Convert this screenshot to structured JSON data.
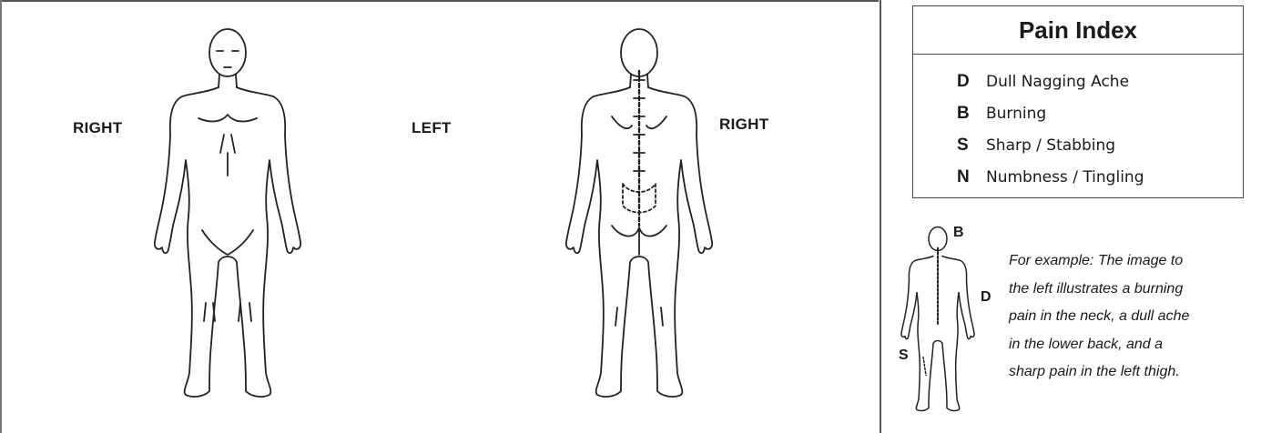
{
  "diagram": {
    "front_left_label": "RIGHT",
    "front_right_label": "LEFT",
    "back_right_label": "RIGHT"
  },
  "pain_index": {
    "title": "Pain Index",
    "items": [
      {
        "code": "D",
        "label": "Dull Nagging Ache"
      },
      {
        "code": "B",
        "label": "Burning"
      },
      {
        "code": "S",
        "label": "Sharp / Stabbing"
      },
      {
        "code": "N",
        "label": "Numbness / Tingling"
      }
    ]
  },
  "example": {
    "markers": {
      "b": "B",
      "d": "D",
      "s": "S"
    },
    "lines": [
      "For example: The image to",
      "the left illustrates a burning",
      "pain in the neck, a dull ache",
      "in the lower back, and a",
      "sharp pain in the left thigh."
    ]
  }
}
